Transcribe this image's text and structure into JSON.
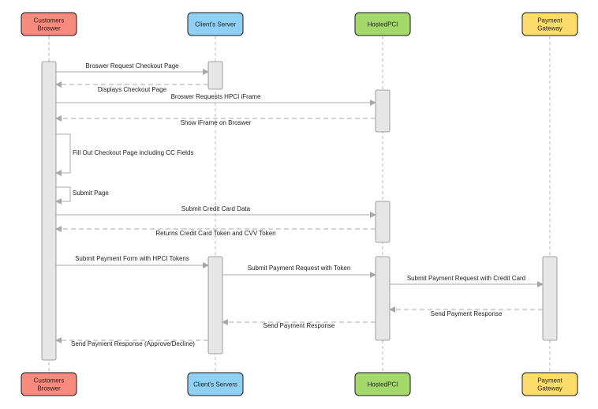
{
  "colors": {
    "customer": "#fb8a7e",
    "server": "#8fd0f4",
    "hostedpci": "#a2d96a",
    "gateway": "#fddc6b",
    "activation": "#e6e6e6",
    "arrow": "#a8a8a8",
    "lifeline": "#b9b9b9"
  },
  "actors_top": [
    {
      "id": "customer",
      "lines": [
        "Customers",
        "Broswer"
      ]
    },
    {
      "id": "server",
      "lines": [
        "Client's Server"
      ]
    },
    {
      "id": "hostedpci",
      "lines": [
        "HostedPCI"
      ]
    },
    {
      "id": "gateway",
      "lines": [
        "Payment",
        "Gateway"
      ]
    }
  ],
  "actors_bottom": [
    {
      "id": "customer",
      "lines": [
        "Customers",
        "Broswer"
      ]
    },
    {
      "id": "server",
      "lines": [
        "Client's Servers"
      ]
    },
    {
      "id": "hostedpci",
      "lines": [
        "HostedPCI"
      ]
    },
    {
      "id": "gateway",
      "lines": [
        "Payment",
        "Gateway"
      ]
    }
  ],
  "messages": [
    {
      "from": "customer",
      "to": "server",
      "text": "Broswer Request Checkout Page",
      "style": "solid"
    },
    {
      "from": "server",
      "to": "customer",
      "text": "Displays Checkout Page",
      "style": "dashed"
    },
    {
      "from": "customer",
      "to": "hostedpci",
      "text": "Broswer Requests HPCI iFrame",
      "style": "solid"
    },
    {
      "from": "hostedpci",
      "to": "customer",
      "text": "Show iFrame on Broswer",
      "style": "dashed"
    },
    {
      "from": "customer",
      "to": "customer",
      "text": "Fill Out Checkout Page including CC Fields",
      "style": "self"
    },
    {
      "from": "customer",
      "to": "customer",
      "text": "Submit Page",
      "style": "self"
    },
    {
      "from": "customer",
      "to": "hostedpci",
      "text": "Submit Credit Card Data",
      "style": "solid"
    },
    {
      "from": "hostedpci",
      "to": "customer",
      "text": "Returns Credit Card Token and CVV Token",
      "style": "dashed"
    },
    {
      "from": "customer",
      "to": "server",
      "text": "Submit Payment Form with HPCI Tokens",
      "style": "solid"
    },
    {
      "from": "server",
      "to": "hostedpci",
      "text": "Submit Payment Request with Token",
      "style": "solid"
    },
    {
      "from": "hostedpci",
      "to": "gateway",
      "text": "Submit Payment Request with Credit Card",
      "style": "solid"
    },
    {
      "from": "gateway",
      "to": "hostedpci",
      "text": "Send Payment Response",
      "style": "dashed"
    },
    {
      "from": "hostedpci",
      "to": "server",
      "text": "Send Payment Response",
      "style": "dashed"
    },
    {
      "from": "server",
      "to": "customer",
      "text": "Send Payment Response (Approve/Decline)",
      "style": "dashed"
    }
  ]
}
